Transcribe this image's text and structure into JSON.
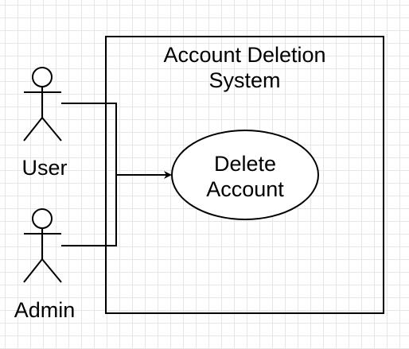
{
  "diagram": {
    "system": {
      "title_lines": [
        "Account Deletion",
        "System"
      ]
    },
    "use_case": {
      "label_lines": [
        "Delete",
        "Account"
      ]
    },
    "actors": [
      {
        "id": "user",
        "label": "User"
      },
      {
        "id": "admin",
        "label": "Admin"
      }
    ],
    "colors": {
      "stroke": "#000000",
      "grid": "#e6e6e6",
      "background": "#ffffff"
    }
  }
}
